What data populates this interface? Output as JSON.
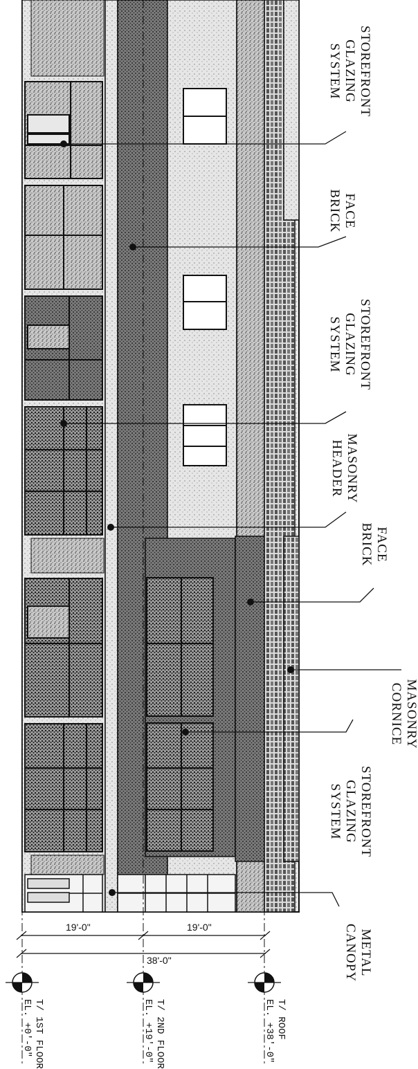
{
  "callouts": [
    {
      "id": "storefront-1",
      "lines": [
        "STOREFRONT",
        "GLAZING",
        "SYSTEM"
      ]
    },
    {
      "id": "face-brick-1",
      "lines": [
        "FACE",
        "BRICK"
      ]
    },
    {
      "id": "storefront-2",
      "lines": [
        "STOREFRONT",
        "GLAZING",
        "SYSTEM"
      ]
    },
    {
      "id": "masonry-header",
      "lines": [
        "MASONRY",
        "HEADER"
      ]
    },
    {
      "id": "face-brick-2",
      "lines": [
        "FACE",
        "BRICK"
      ]
    },
    {
      "id": "masonry-cornice",
      "lines": [
        "MASONRY",
        "CORNICE"
      ]
    },
    {
      "id": "storefront-3",
      "lines": [
        "STOREFRONT",
        "GLAZING",
        "SYSTEM"
      ]
    },
    {
      "id": "metal-canopy",
      "lines": [
        "METAL",
        "CANOPY"
      ]
    }
  ],
  "dimensions": {
    "lower": "19'-0\"",
    "upper": "19'-0\"",
    "overall": "38'-0\""
  },
  "levels": [
    {
      "name": "T/ 1ST FLOOR",
      "elevation": "EL. +0'-0\""
    },
    {
      "name": "T/ 2ND FLOOR",
      "elevation": "EL. +19'-0\""
    },
    {
      "name": "T/ ROOF",
      "elevation": "EL. +38'-0\""
    }
  ],
  "colors": {
    "ink": "#111111",
    "brick": "#8d8d8d",
    "glass": "#555555",
    "paper": "#ffffff"
  }
}
